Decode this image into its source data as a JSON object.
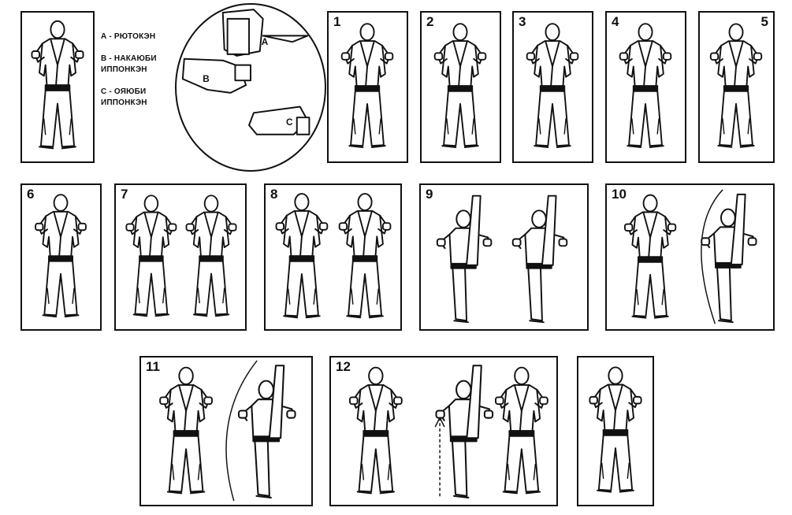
{
  "legend": {
    "a": "А - РЮТОКЭН",
    "b_line1": "В - НАКАЮБИ",
    "b_line2": "ИППОНКЭН",
    "c_line1": "С - ОЯЮБИ",
    "c_line2": "ИППОНКЭН"
  },
  "fist_labels": {
    "a": "А",
    "b": "В",
    "c": "С"
  },
  "steps": {
    "s1": "1",
    "s2": "2",
    "s3": "3",
    "s4": "4",
    "s5": "5",
    "s6": "6",
    "s7": "7",
    "s8": "8",
    "s9": "9",
    "s10": "10",
    "s11": "11",
    "s12": "12"
  },
  "colors": {
    "ink": "#111111",
    "paper": "#ffffff"
  }
}
